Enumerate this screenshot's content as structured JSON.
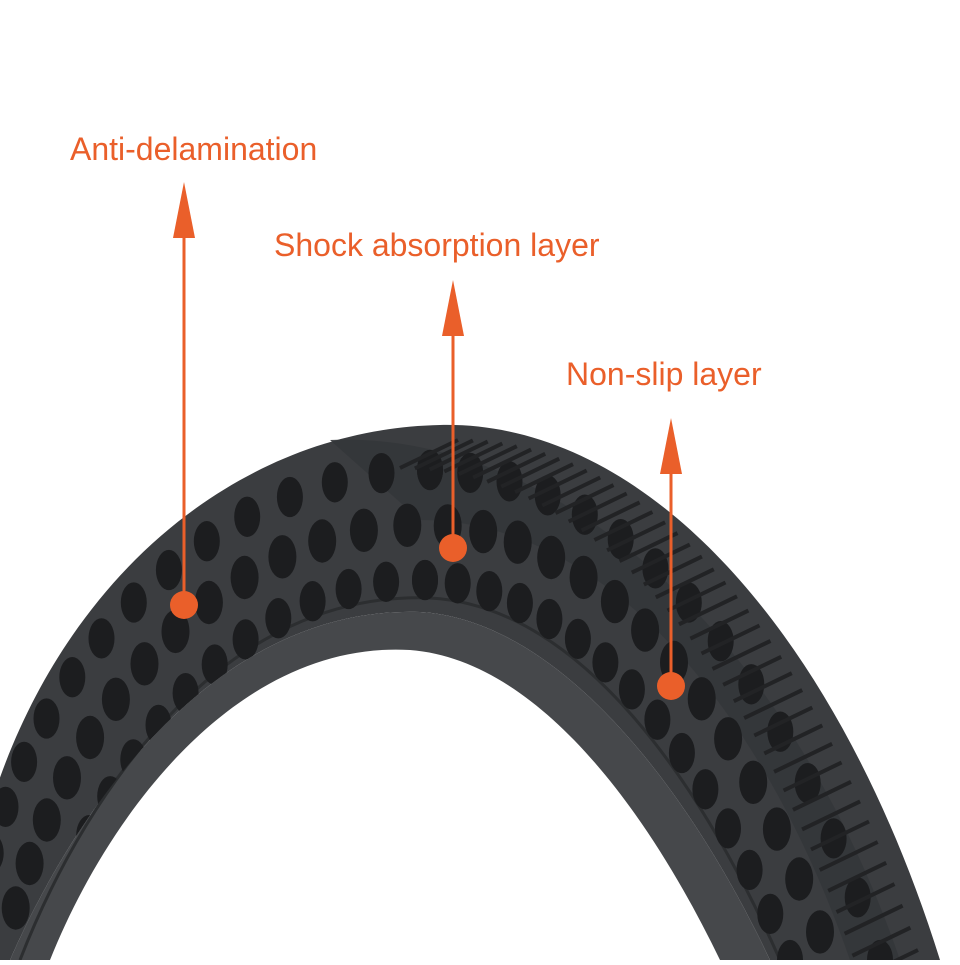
{
  "accent_color": "#ea5f2a",
  "tire_color": "#3b3d40",
  "callouts": [
    {
      "id": "anti",
      "label": "Anti-delamination"
    },
    {
      "id": "shock",
      "label": "Shock absorption layer"
    },
    {
      "id": "slip",
      "label": "Non-slip layer"
    }
  ]
}
